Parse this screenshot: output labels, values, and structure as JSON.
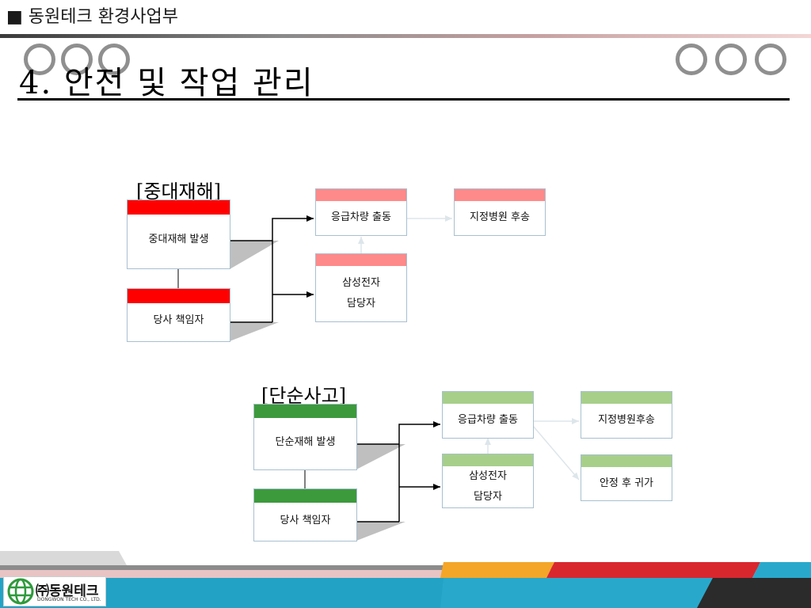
{
  "header": {
    "title": "■ 동원테크 환경사업부"
  },
  "page": {
    "title": "4. 안전 및 작업 관리"
  },
  "colors": {
    "major_head": "#ff0000",
    "major_flow_head": "#ff8a8a",
    "simple_head": "#3c9a3c",
    "simple_flow_head": "#a7cf8a",
    "box_border": "#a8c0cf"
  },
  "major": {
    "label": "[중대재해]",
    "occurrence": "중대재해 발생",
    "manager": "당사 책임자",
    "dispatch": "응급차량 출동",
    "hospital": "지정병원 후송",
    "samsung": "삼성전자\n담당자"
  },
  "simple": {
    "label": "[단순사고]",
    "occurrence": "단순재해 발생",
    "manager": "당사 책임자",
    "dispatch": "응급차량 출동",
    "hospital": "지정병원후송",
    "samsung": "삼성전자\n담당자",
    "return": "안정 후 귀가"
  },
  "footer": {
    "logo_name": "㈜동원테크",
    "logo_sub": "DONGWON TECH CO., LTD."
  }
}
